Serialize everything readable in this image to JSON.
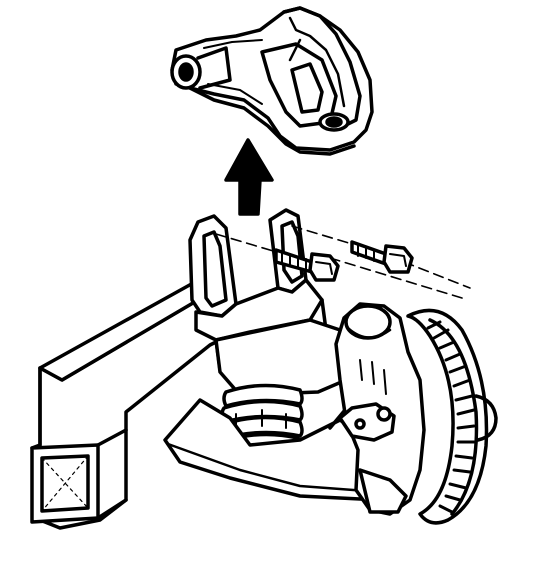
{
  "diagram": {
    "components": [
      "upper-control-arm",
      "removal-arrow",
      "frame-crossmember",
      "frame-bracket",
      "mounting-bolt-front",
      "mounting-bolt-rear",
      "coil-spring",
      "steering-knuckle",
      "brake-rotor",
      "lower-control-arm"
    ],
    "colors": {
      "line": "#000000",
      "fill": "#ffffff"
    }
  }
}
